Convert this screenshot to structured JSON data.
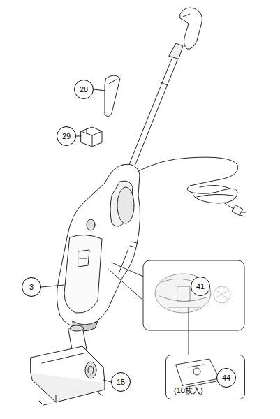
{
  "diagram": {
    "nodes": [
      {
        "text": [
          "28"
        ]
      },
      {
        "text": [
          "29"
        ]
      },
      {
        "text": [
          "3"
        ]
      },
      {
        "text": [
          "41"
        ]
      },
      {
        "text": [
          "(10枚入)"
        ]
      },
      {
        "text": [
          "44"
        ],
        "in": 4
      },
      {
        "text": [
          "15"
        ]
      }
    ]
  }
}
